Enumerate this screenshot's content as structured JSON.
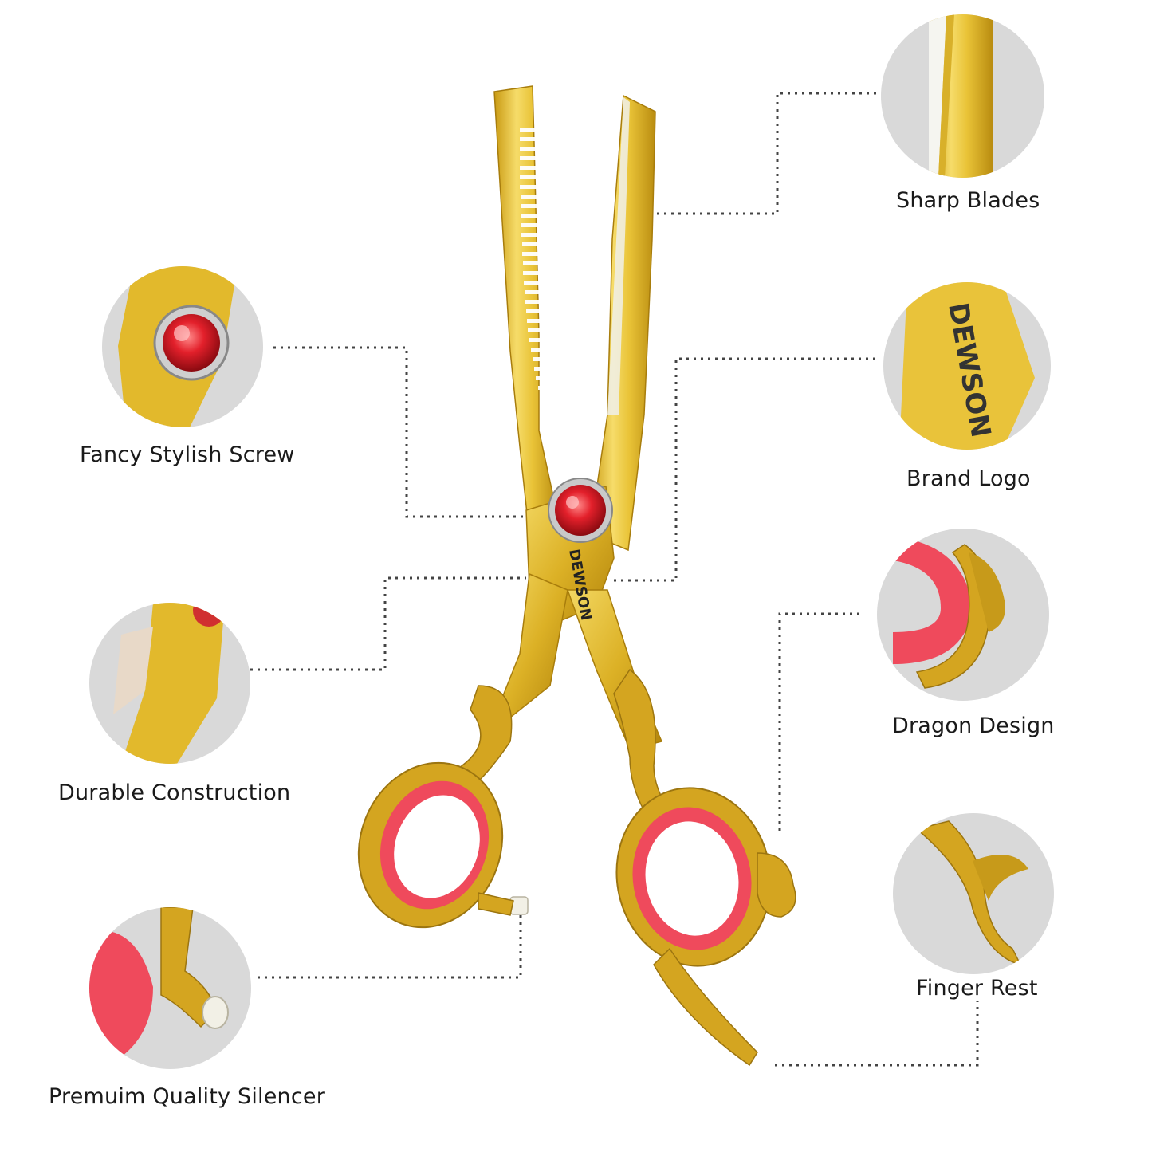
{
  "features": {
    "sharp_blades": "Sharp Blades",
    "fancy_screw": "Fancy Stylish Screw",
    "brand_logo": "Brand Logo",
    "durable": "Durable Construction",
    "dragon": "Dragon Design",
    "finger_rest": "Finger Rest",
    "silencer": "Premuim Quality Silencer"
  },
  "brand": {
    "logo_text": "DEWSON"
  },
  "colors": {
    "gold": "#e8c232",
    "gold_dark": "#b8911a",
    "gold_light": "#f7e38a",
    "ruby": "#e0202a",
    "ring_red": "#ef4a5c",
    "circle_bg": "#d9d9d9",
    "connector": "#444444"
  }
}
